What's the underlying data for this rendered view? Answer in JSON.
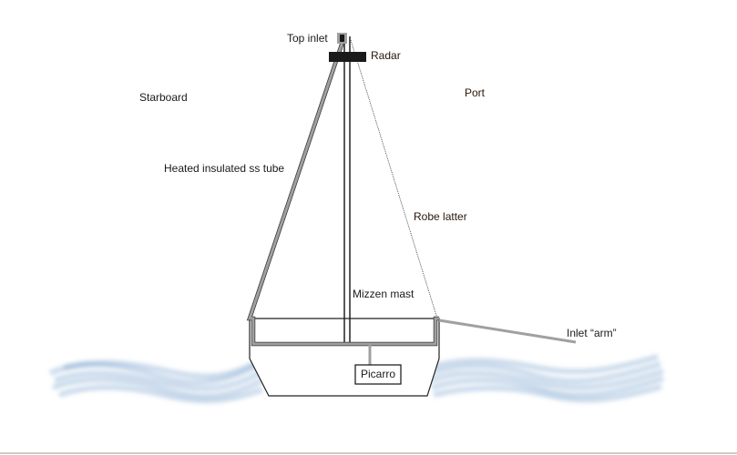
{
  "labels": {
    "top_inlet": "Top inlet",
    "radar": "Radar",
    "starboard": "Starboard",
    "port": "Port",
    "tube": "Heated insulated ss tube",
    "robe_latter": "Robe latter",
    "mizzen_mast": "Mizzen mast",
    "inlet_arm": "Inlet “arm”",
    "picarro": "Picarro"
  },
  "colors": {
    "tube": "#a0a0a0",
    "water": "#5a8cc0",
    "radar": "#1a1a1a"
  }
}
